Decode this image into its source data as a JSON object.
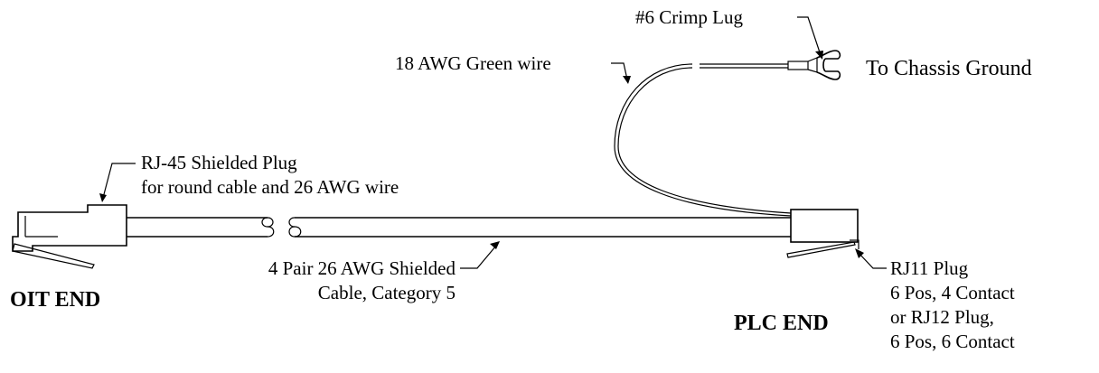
{
  "labels": {
    "crimp_lug": "#6 Crimp Lug",
    "green_wire": "18 AWG Green wire",
    "chassis_ground": "To Chassis Ground",
    "rj45_line1": "RJ-45 Shielded Plug",
    "rj45_line2": "for round cable and 26 AWG wire",
    "cable_line1": "4 Pair 26 AWG Shielded",
    "cable_line2": "Cable, Category 5",
    "oit_end": "OIT END",
    "plc_end": "PLC END",
    "rj11_line1": "RJ11 Plug",
    "rj11_line2": "6 Pos, 4 Contact",
    "rj11_line3": "or RJ12 Plug,",
    "rj11_line4": "6 Pos, 6 Contact"
  }
}
